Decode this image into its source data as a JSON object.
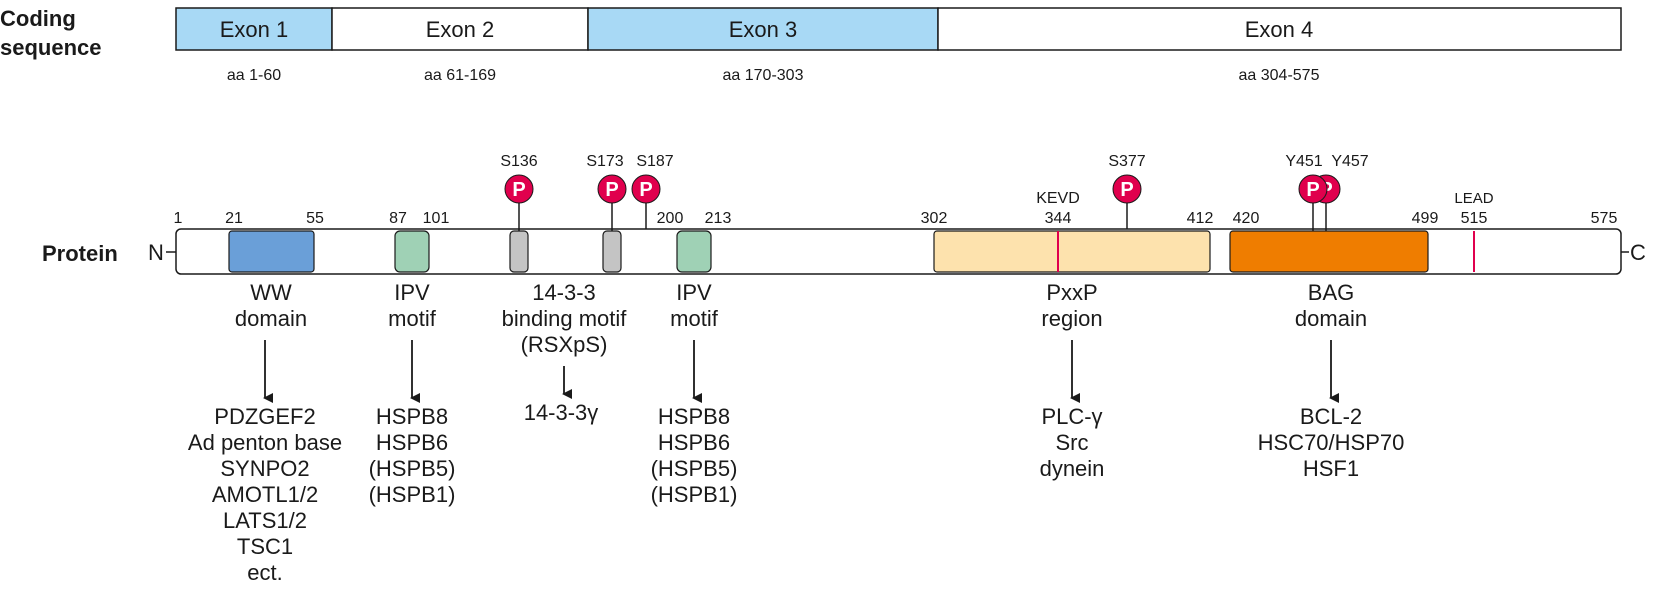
{
  "colors": {
    "exon_highlight": "#a8d9f5",
    "ww": "#6a9fd8",
    "ipv": "#9fd1b5",
    "binding": "#c4c4c4",
    "pxxp": "#fde2ad",
    "bag": "#ef7d00",
    "phospho": "#e0004d",
    "marker": "#e0004d"
  },
  "labels": {
    "coding_sequence": [
      "Coding",
      "sequence"
    ],
    "protein": "Protein",
    "n_term": "N",
    "c_term": "C"
  },
  "exons": [
    {
      "name": "Exon 1",
      "range": "aa 1-60",
      "highlight": true
    },
    {
      "name": "Exon 2",
      "range": "aa 61-169",
      "highlight": false
    },
    {
      "name": "Exon 3",
      "range": "aa 170-303",
      "highlight": true
    },
    {
      "name": "Exon 4",
      "range": "aa 304-575",
      "highlight": false
    }
  ],
  "numbers": [
    "1",
    "21",
    "55",
    "87",
    "101",
    "200",
    "213",
    "302",
    "344",
    "412",
    "420",
    "499",
    "515",
    "575"
  ],
  "motif_labels": [
    "KEVD",
    "LEAD"
  ],
  "phospho_symbol": "P",
  "phospho_sites": [
    "S136",
    "S173",
    "S187",
    "S377",
    "Y451",
    "Y457"
  ],
  "features": [
    {
      "lines": [
        "WW",
        "domain"
      ],
      "partners": [
        "PDZGEF2",
        "Ad penton base",
        "SYNPO2",
        "AMOTL1/2",
        "LATS1/2",
        "TSC1",
        "ect."
      ]
    },
    {
      "lines": [
        "IPV",
        "motif"
      ],
      "partners": [
        "HSPB8",
        "HSPB6",
        "(HSPB5)",
        "(HSPB1)"
      ]
    },
    {
      "lines": [
        "14-3-3",
        "binding motif",
        "(RSXpS)"
      ],
      "partners": [
        "14-3-3γ"
      ]
    },
    {
      "lines": [
        "IPV",
        "motif"
      ],
      "partners": [
        "HSPB8",
        "HSPB6",
        "(HSPB5)",
        "(HSPB1)"
      ]
    },
    {
      "lines": [
        "PxxP",
        "region"
      ],
      "partners": [
        "PLC-γ",
        "Src",
        "dynein"
      ]
    },
    {
      "lines": [
        "BAG",
        "domain"
      ],
      "partners": [
        "BCL-2",
        "HSC70/HSP70",
        "HSF1"
      ]
    }
  ]
}
